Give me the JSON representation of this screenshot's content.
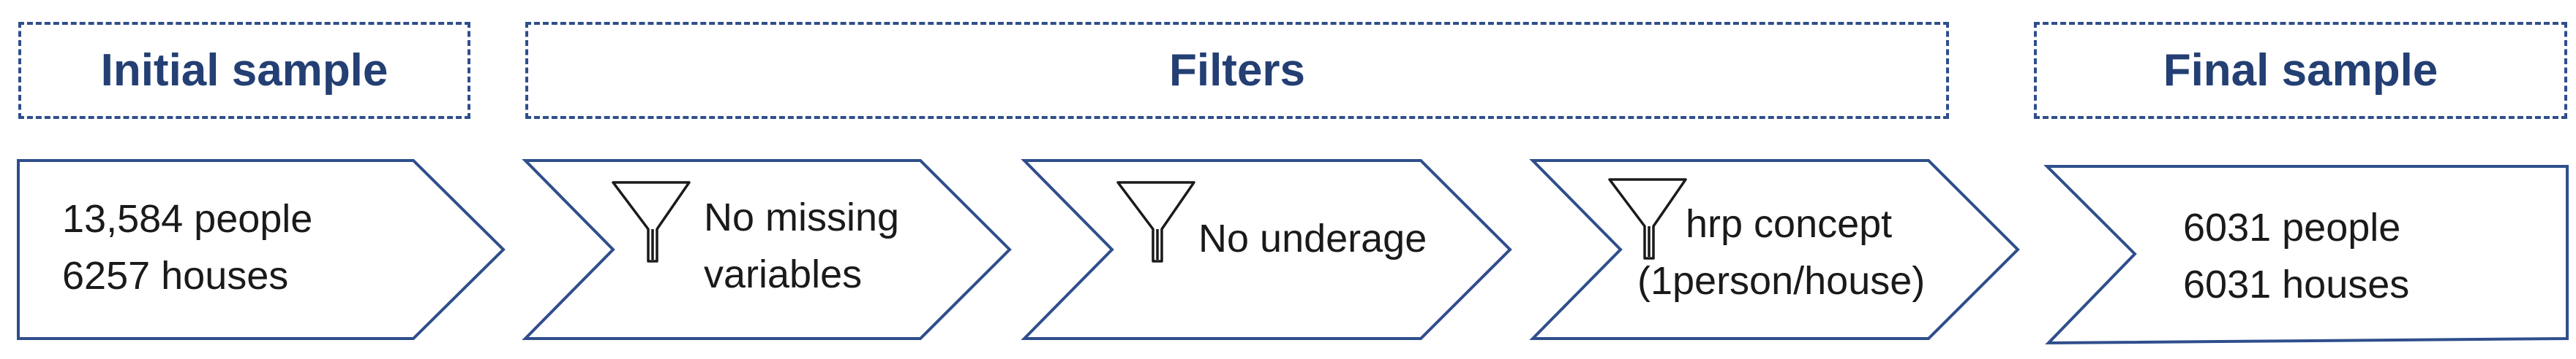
{
  "headers": {
    "initial": "Initial sample",
    "filters": "Filters",
    "final": "Final sample"
  },
  "steps": {
    "initial": {
      "line1": "13,584 people",
      "line2": "6257 houses"
    },
    "filter1": {
      "line1": "No missing",
      "line2": "variables"
    },
    "filter2": {
      "line1": "No underage"
    },
    "filter3": {
      "line1": "hrp concept",
      "line2": "(1person/house)"
    },
    "final": {
      "line1": "6031 people",
      "line2": "6031 houses"
    }
  },
  "colors": {
    "border": "#2f4e8c",
    "header_text": "#233f73",
    "body_text": "#1a1a1a"
  }
}
